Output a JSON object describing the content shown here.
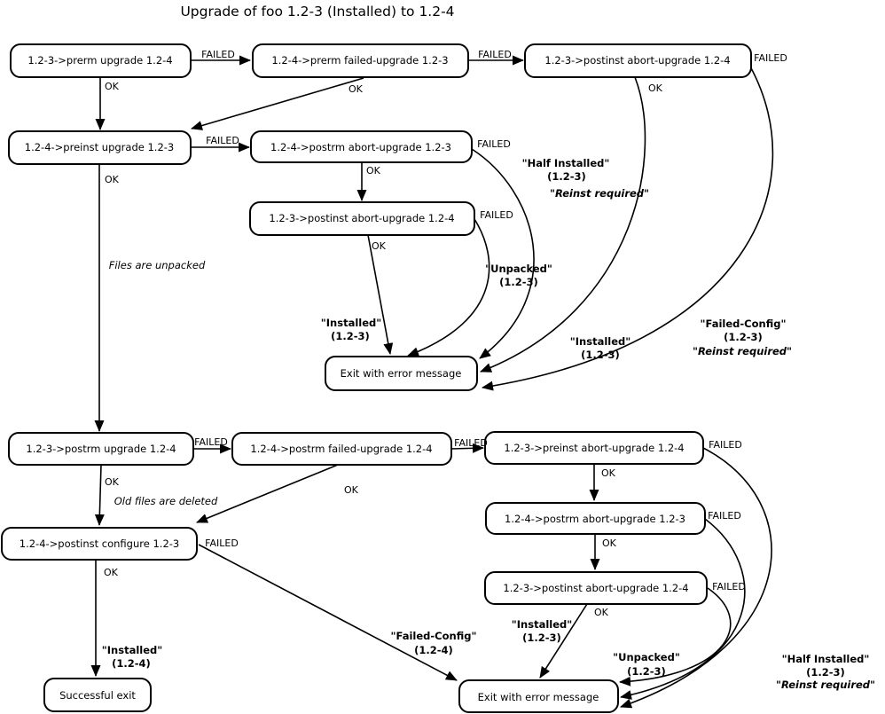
{
  "title": "Upgrade of foo 1.2-3 (Installed) to 1.2-4",
  "labels": {
    "ok": "OK",
    "failed": "FAILED"
  },
  "nodes": {
    "prerm_upgrade": "1.2-3->prerm upgrade 1.2-4",
    "prerm_failed_upgrade": "1.2-4->prerm failed-upgrade 1.2-3",
    "postinst_abort_top": "1.2-3->postinst abort-upgrade 1.2-4",
    "preinst_upgrade": "1.2-4->preinst upgrade 1.2-3",
    "postrm_abort_mid": "1.2-4->postrm abort-upgrade 1.2-3",
    "postinst_abort_mid": "1.2-3->postinst abort-upgrade 1.2-4",
    "exit_error_1": "Exit with error message",
    "postrm_upgrade": "1.2-3->postrm upgrade 1.2-4",
    "postrm_failed_upgrade": "1.2-4->postrm failed-upgrade 1.2-4",
    "preinst_abort": "1.2-3->preinst abort-upgrade 1.2-4",
    "postrm_abort_bottom": "1.2-4->postrm abort-upgrade 1.2-3",
    "postinst_configure": "1.2-4->postinst configure 1.2-3",
    "postinst_abort_bottom": "1.2-3->postinst abort-upgrade 1.2-4",
    "successful_exit": "Successful exit",
    "exit_error_2": "Exit with error message"
  },
  "notes": {
    "files_unpacked": "Files are unpacked",
    "old_files_deleted": "Old files are deleted"
  },
  "states": {
    "half_installed_top": {
      "name": "\"Half Installed\"",
      "version": "(1.2-3)",
      "extra": "\"Reinst required\""
    },
    "unpacked_top": {
      "name": "\"Unpacked\"",
      "version": "(1.2-3)"
    },
    "installed_mid_left": {
      "name": "\"Installed\"",
      "version": "(1.2-3)"
    },
    "installed_mid_right": {
      "name": "\"Installed\"",
      "version": "(1.2-3)"
    },
    "failed_config_top": {
      "name": "\"Failed-Config\"",
      "version": "(1.2-3)",
      "extra": "\"Reinst required\""
    },
    "installed_final": {
      "name": "\"Installed\"",
      "version": "(1.2-4)"
    },
    "failed_config_final": {
      "name": "\"Failed-Config\"",
      "version": "(1.2-4)"
    },
    "installed_bottom": {
      "name": "\"Installed\"",
      "version": "(1.2-3)"
    },
    "unpacked_bottom": {
      "name": "\"Unpacked\"",
      "version": "(1.2-3)"
    },
    "half_installed_bottom": {
      "name": "\"Half Installed\"",
      "version": "(1.2-3)",
      "extra": "\"Reinst required\""
    }
  },
  "colors": {
    "line": "#000000",
    "node_fill": "#ffffff",
    "background": "#ffffff",
    "text": "#000000"
  }
}
